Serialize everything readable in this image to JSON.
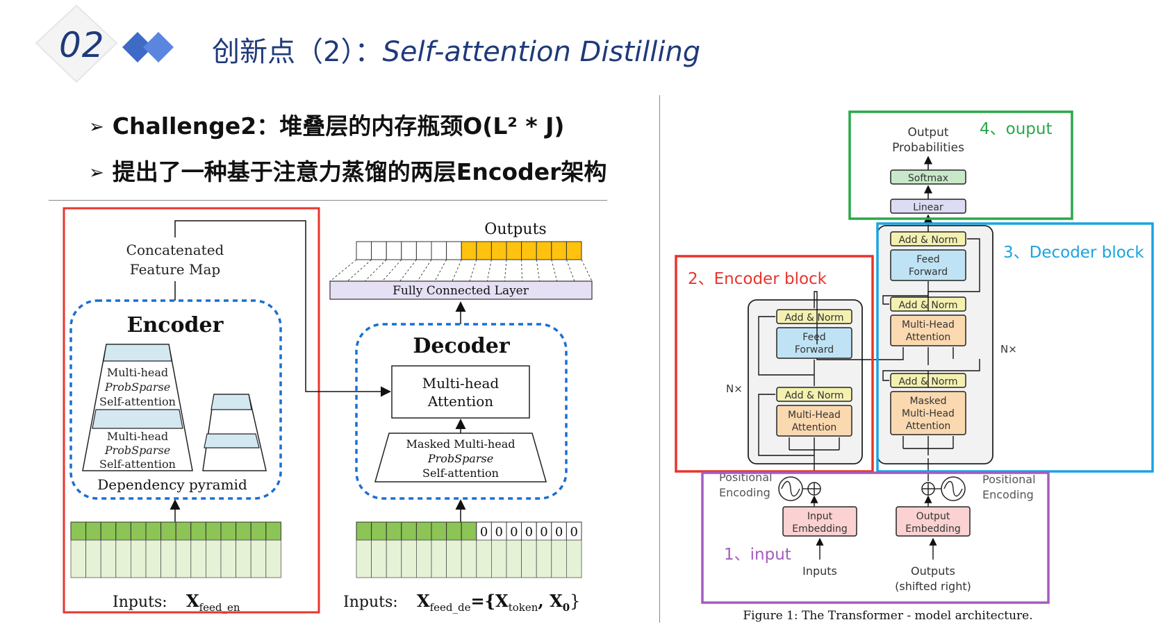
{
  "header": {
    "section_number": "02",
    "title_cn": "创新点（2）：",
    "title_en": "Self-attention Distilling"
  },
  "bullets": [
    {
      "text": "Challenge2：堆叠层的内存瓶颈O(L² * J)"
    },
    {
      "text": "提出了一种基于注意力蒸馏的两层Encoder架构"
    }
  ],
  "informer": {
    "concat_label_1": "Concatenated",
    "concat_label_2": "Feature Map",
    "encoder_title": "Encoder",
    "attn1_line1": "Multi-head",
    "attn1_line2": "ProbSparse",
    "attn1_line3": "Self-attention",
    "attn2_line1": "Multi-head",
    "attn2_line2": "ProbSparse",
    "attn2_line3": "Self-attention",
    "pyramid_label": "Dependency pyramid",
    "inputs_enc_label": "Inputs:",
    "inputs_enc_var": "X",
    "inputs_enc_sub": "feed_en",
    "outputs_label": "Outputs",
    "fc_label": "Fully Connected Layer",
    "decoder_title": "Decoder",
    "mha_line1": "Multi-head",
    "mha_line2": "Attention",
    "masked_line1": "Masked Multi-head",
    "masked_line2": "ProbSparse",
    "masked_line3": "Self-attention",
    "zero": "0",
    "inputs_dec_label": "Inputs:",
    "inputs_dec_var": "X",
    "inputs_dec_sub": "feed_de",
    "inputs_dec_eq": "={X",
    "inputs_dec_tok_sub": "token",
    "inputs_dec_x0": ", X",
    "inputs_dec_x0_sub": "0",
    "inputs_dec_close": "}"
  },
  "transformer": {
    "output_prob_1": "Output",
    "output_prob_2": "Probabilities",
    "softmax": "Softmax",
    "linear": "Linear",
    "add_norm": "Add & Norm",
    "feed_forward_1": "Feed",
    "feed_forward_2": "Forward",
    "mha_1": "Multi-Head",
    "mha_2": "Attention",
    "masked_1": "Masked",
    "masked_2": "Multi-Head",
    "masked_3": "Attention",
    "nx": "N×",
    "pos_enc_1": "Positional",
    "pos_enc_2": "Encoding",
    "input_emb_1": "Input",
    "input_emb_2": "Embedding",
    "output_emb_1": "Output",
    "output_emb_2": "Embedding",
    "inputs": "Inputs",
    "outputs_1": "Outputs",
    "outputs_2": "(shifted right)",
    "caption": "Figure 1: The Transformer - model architecture."
  },
  "annotations": {
    "output_label": "4、ouput",
    "decoder_label": "3、Decoder block",
    "encoder_label": "2、Encoder block",
    "input_label": "1、input"
  },
  "colors": {
    "title_blue": "#1f3a7a",
    "red": "#e8342c",
    "green": "#2aa84a",
    "cyan": "#1aa3e0",
    "purple": "#a35cc0",
    "dashed_blue": "#1a6fd0",
    "orange": "#ffc20e",
    "light_green": "#e6f2d6",
    "mid_green": "#8cc456"
  }
}
